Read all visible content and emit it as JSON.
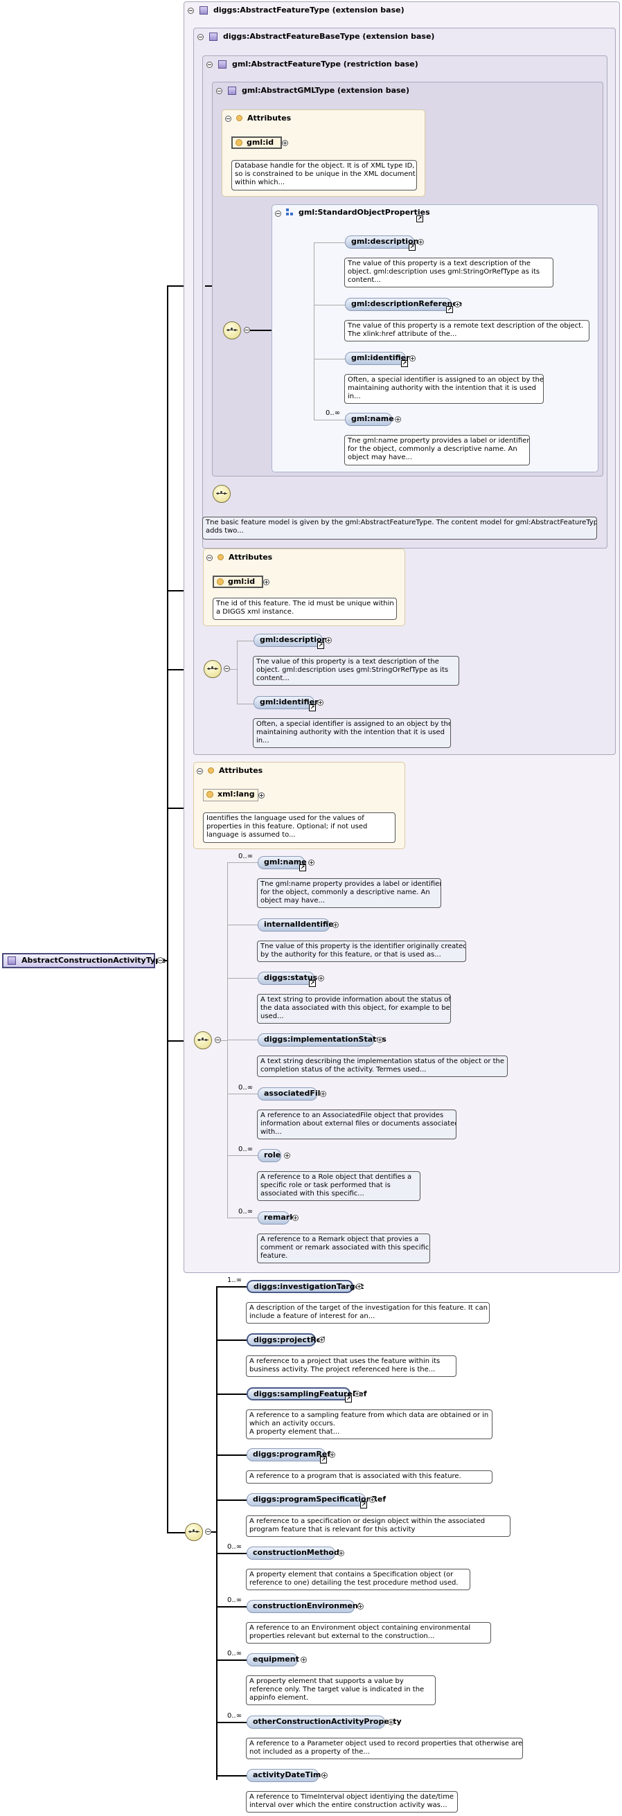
{
  "root": {
    "label": "AbstractConstructionActivityType"
  },
  "frames": {
    "abstract_feature_type": "diggs:AbstractFeatureType (extension base)",
    "abstract_feature_base_type": "diggs:AbstractFeatureBaseType (extension base)",
    "gml_abstract_feature_type": "gml:AbstractFeatureType (restriction base)",
    "gml_abstract_gml_type": "gml:AbstractGMLType (extension base)",
    "standard_object_properties": "gml:StandardObjectProperties"
  },
  "attributes_label": "Attributes",
  "gml_attr": {
    "name": "gml:id",
    "doc": [
      "Database handle for the object. It is of XML type ID,",
      "so is constrained to be unique in the XML document",
      "within which..."
    ]
  },
  "std_props": [
    {
      "name": "gml:description",
      "doc": [
        "The value of this property is a text description of the",
        "object. gml:description uses gml:StringOrRefType as its",
        "content..."
      ]
    },
    {
      "name": "gml:descriptionReference",
      "doc": [
        "The value of this property is a remote text description of the object.",
        "The xlink:href attribute of the..."
      ]
    },
    {
      "name": "gml:identifier",
      "doc": [
        "Often, a special identifier is assigned to an object by the",
        "maintaining authority with the intention that it is used",
        "in..."
      ]
    },
    {
      "name": "gml:name",
      "card": "0..∞",
      "doc": [
        "The gml:name property provides a label or identifier",
        "for the object, commonly a descriptive name. An",
        "object may have..."
      ]
    }
  ],
  "feature_model_doc": [
    "The basic feature model is given by the gml:AbstractFeatureType. The content model for gml:AbstractFeatureType",
    "adds two..."
  ],
  "base_attr": {
    "name": "gml:id",
    "doc": [
      "The id of this feature. The id must be unique within",
      "a DIGGS xml instance."
    ]
  },
  "base_props": [
    {
      "name": "gml:description",
      "doc": [
        "The value of this property is a text description of the",
        "object. gml:description uses gml:StringOrRefType as its",
        "content..."
      ]
    },
    {
      "name": "gml:identifier",
      "doc": [
        "Often, a special identifier is assigned to an object by the",
        "maintaining authority with the intention that it is used",
        "in..."
      ]
    }
  ],
  "lang_attr": {
    "name": "xml:lang",
    "doc": [
      "Identifies the language used for the values of",
      "properties in this feature. Optional; if not used",
      "language is assumed to..."
    ]
  },
  "feature_props": [
    {
      "name": "gml:name",
      "card": "0..∞",
      "doc": [
        "The gml:name property provides a label or identifier",
        "for the object, commonly a descriptive name. An",
        "object may have..."
      ]
    },
    {
      "name": "internalIdentifier",
      "doc": [
        "The value of this property is the identifier originally created",
        "by the authority for this feature, or that is used as..."
      ]
    },
    {
      "name": "diggs:status",
      "doc": [
        "A text string to provide information about the status of",
        "the data associated with this object, for example to be",
        "used..."
      ]
    },
    {
      "name": "diggs:implementationStatus",
      "doc": [
        "A text string describing the implementation status of the object or the",
        "completion status of the activity. Termes used..."
      ]
    },
    {
      "name": "associatedFile",
      "card": "0..∞",
      "doc": [
        "A reference to an AssociatedFile object that provides",
        "information about external files or documents associated",
        "with..."
      ]
    },
    {
      "name": "role",
      "card": "0..∞",
      "doc": [
        "A reference to a Role object that dentifies a",
        "specific role or task performed that is",
        "associated with this specific..."
      ]
    },
    {
      "name": "remark",
      "card": "0..∞",
      "doc": [
        "A reference to a Remark object that provies a",
        "comment or remark associated with this specific",
        "feature."
      ]
    }
  ],
  "activity_props": [
    {
      "name": "diggs:investigationTarget",
      "card": "1..∞",
      "doc": [
        "A description of the target of the investigation for this feature. It can",
        "include a feature of interest for an..."
      ]
    },
    {
      "name": "diggs:projectRef",
      "doc": [
        "A reference to a project that uses the feature within its",
        "business activity. The project referenced here is the..."
      ]
    },
    {
      "name": "diggs:samplingFeatureRef",
      "doc": [
        "A reference to a sampling feature from which data are obtained or in",
        "which an activity occurs.",
        "A property element that..."
      ]
    },
    {
      "name": "diggs:programRef",
      "doc": [
        "A reference to a program that is associated with this feature."
      ]
    },
    {
      "name": "diggs:programSpecificationRef",
      "doc": [
        "A reference to a specification or design object within the associated",
        "program feature that is relevant for this activity"
      ]
    },
    {
      "name": "constructionMethod",
      "card": "0..∞",
      "doc": [
        "A property element that contains a Specification object (or",
        "reference to one) detailing the test procedure method used."
      ]
    },
    {
      "name": "constructionEnvironment",
      "card": "0..∞",
      "doc": [
        "A reference to an Environment object containing environmental",
        "properties relevant but external to the construction..."
      ]
    },
    {
      "name": "equipment",
      "card": "0..∞",
      "doc": [
        "A property element that supports a value by",
        "reference only. The target value is indicated in the",
        "appinfo element."
      ]
    },
    {
      "name": "otherConstructionActivityProperty",
      "card": "0..∞",
      "doc": [
        "A reference to a Parameter object used to record properties that otherwise are",
        "not included as a property of the..."
      ]
    },
    {
      "name": "activityDateTime",
      "doc": [
        "A reference to TimeInterval object identiying the date/time",
        "interval over which the entire construction activity was..."
      ]
    }
  ]
}
